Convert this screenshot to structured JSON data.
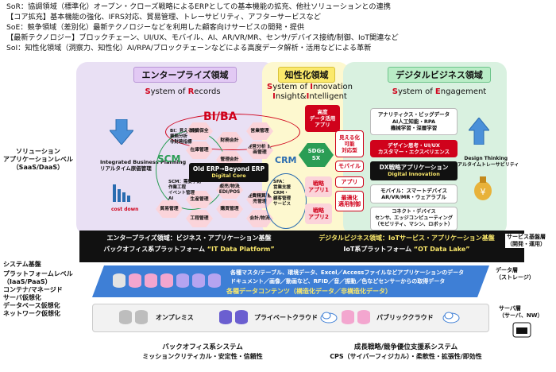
{
  "header": {
    "line1_prefix": "SoR：協調領域（標準化）オープン・クローズ戦略によるERPとしての基本機能の拡充、他社ソリューションとの連携",
    "line2": "【コア拡充】基本機能の強化、IFRS対応、貿易管理、トレーサビリティ、アフターサービスなど",
    "line3": "SoE：競争領域（差別化）最新テクノロジーなどを利用した顧客向けサービスの開発・提供",
    "line4": "【最新テクノロジー】ブロックチェーン、UI/UX、モバイル、AI、AR/VR/MR、センサ/デバイス接続/制御、IoT関連など",
    "line5": "SoI：知性化領域（洞察力、知性化）AI/RPA/ブロックチェーンなどによる高度データ解析・活用などによる革新"
  },
  "left_labels": {
    "solution_level": "ソリューション\nアプリケーションレベル\n（SaaS/DaaS）",
    "system_base": "システム基盤",
    "platform_level": "プラットフォームレベル\n（IaaS/PaaS）\nコンテナ/マネージド\nサーバ仮想化\nデータベース仮想化\nネットワーク仮想化"
  },
  "columns": {
    "enterprise_title": "エンタープライズ領域",
    "enterprise_system": "System of Records",
    "intelligence_title": "知性化領域",
    "intelligence_system": "System of Innovation\nInsight&Intelligent",
    "digital_title": "デジタルビジネス領域",
    "digital_system": "System of Engagement"
  },
  "enterprise": {
    "bi_ba": "BI/BA",
    "scm": "SCM",
    "ibp_label": "Integrated Business Planning\nリアルタイム原価管理",
    "cost_down": "cost down",
    "erp_line1": "Old ERP→Beyond ERP",
    "erp_line2": "Digital Core",
    "hexes": [
      "設備保全",
      "財務会計",
      "在庫管理",
      "管理会計",
      "営業管理",
      "経営分析\n計画管理",
      "生産管理",
      "販売/物流\nEDI/POS",
      "購買管理",
      "経費精算\n販売管理",
      "工程管理",
      "貿易管理",
      "会計/物流"
    ],
    "bi_notes": "BI：見える化\n業務分析\n非財務指標",
    "scm_notes": "SCM：需要予測\n作業工程\nイベント管理\nAI",
    "crm_notes": "SFA：\n営業支援\nCRM・\n顧客管理\nサービス",
    "crm": "CRM"
  },
  "intelligence": {
    "advanced": "高度\nデータ活用\nアプリ",
    "sdgs": "SDGs\nSX",
    "strategy1": "戦略\nアプリ1",
    "strategy2": "戦略\nアプリ2",
    "visualize": "見える化\n可能\n対応型",
    "mobile": "モバイル",
    "app": "アプリ",
    "optimize": "最適化\n適用制御"
  },
  "digital": {
    "items1": "アナリティクス・ビッグデータ\nAI人工知能・RPA\n機械学習・深層学習",
    "design": "デザイン思考・UI/UX\nカスタマー・エクスペリエンス",
    "dx_line1": "DX戦略アプリケーション",
    "dx_line2": "Digital Innovation",
    "items2": "モバイル：スマートデバイス\nAR/VR/MR・ウェアラブル",
    "items3": "コネクト・デバイス\nセンサ、エッジコンピューティング\n（モビリティ、マシン、ロボット）",
    "design_thinking": "Design Thinking\nリアルタイムトレーサビリティ"
  },
  "platform": {
    "ent_line1": "エンタープライズ領域：ビジネス・アプリケーション基盤",
    "ent_line2_prefix": "バックオフィス系プラットフォーム",
    "ent_line2_quote": "“IT Data Platform”",
    "dig_line1": "デジタルビジネス領域：IoTサービス・アプリケーション基盤",
    "dig_line2_prefix": "IoT系プラットフォーム",
    "dig_line2_quote": "“OT Data Lake”",
    "service_layer": "サービス基盤層\n（開発・運用）"
  },
  "data_layer": {
    "line1": "各種マスタ/テーブル、環境データ、Excel／Accessファイルなどアプリケーションのデータ",
    "line2": "ドキュメント／画像／動画など、RFID／音／振動／色などセンサーからの取得データ",
    "line3": "各種データコンテンツ（構造化データ／非構造化データ）",
    "label": "データ層\n（ストレージ）"
  },
  "server_layer": {
    "onprem": "オンプレミス",
    "private": "プライベートクラウド",
    "public": "パブリッククラウド",
    "label": "サーバ層\n（サーバ、NW）"
  },
  "footer": {
    "left1": "バックオフィス系システム",
    "left2": "ミッションクリティカル・安定性・信頼性",
    "right1": "成長戦略/競争優位支援系システム",
    "right2": "CPS（サイバーフィジカル）・柔軟性・拡張性/即効性"
  },
  "colors": {
    "enterprise_bg": "#e7ddf3",
    "intel_bg": "#fdf7c9",
    "digital_bg": "#d7f0de",
    "accent_red": "#d0021b",
    "platform_dark": "#111111",
    "data_blue": "#3e7fd6"
  }
}
